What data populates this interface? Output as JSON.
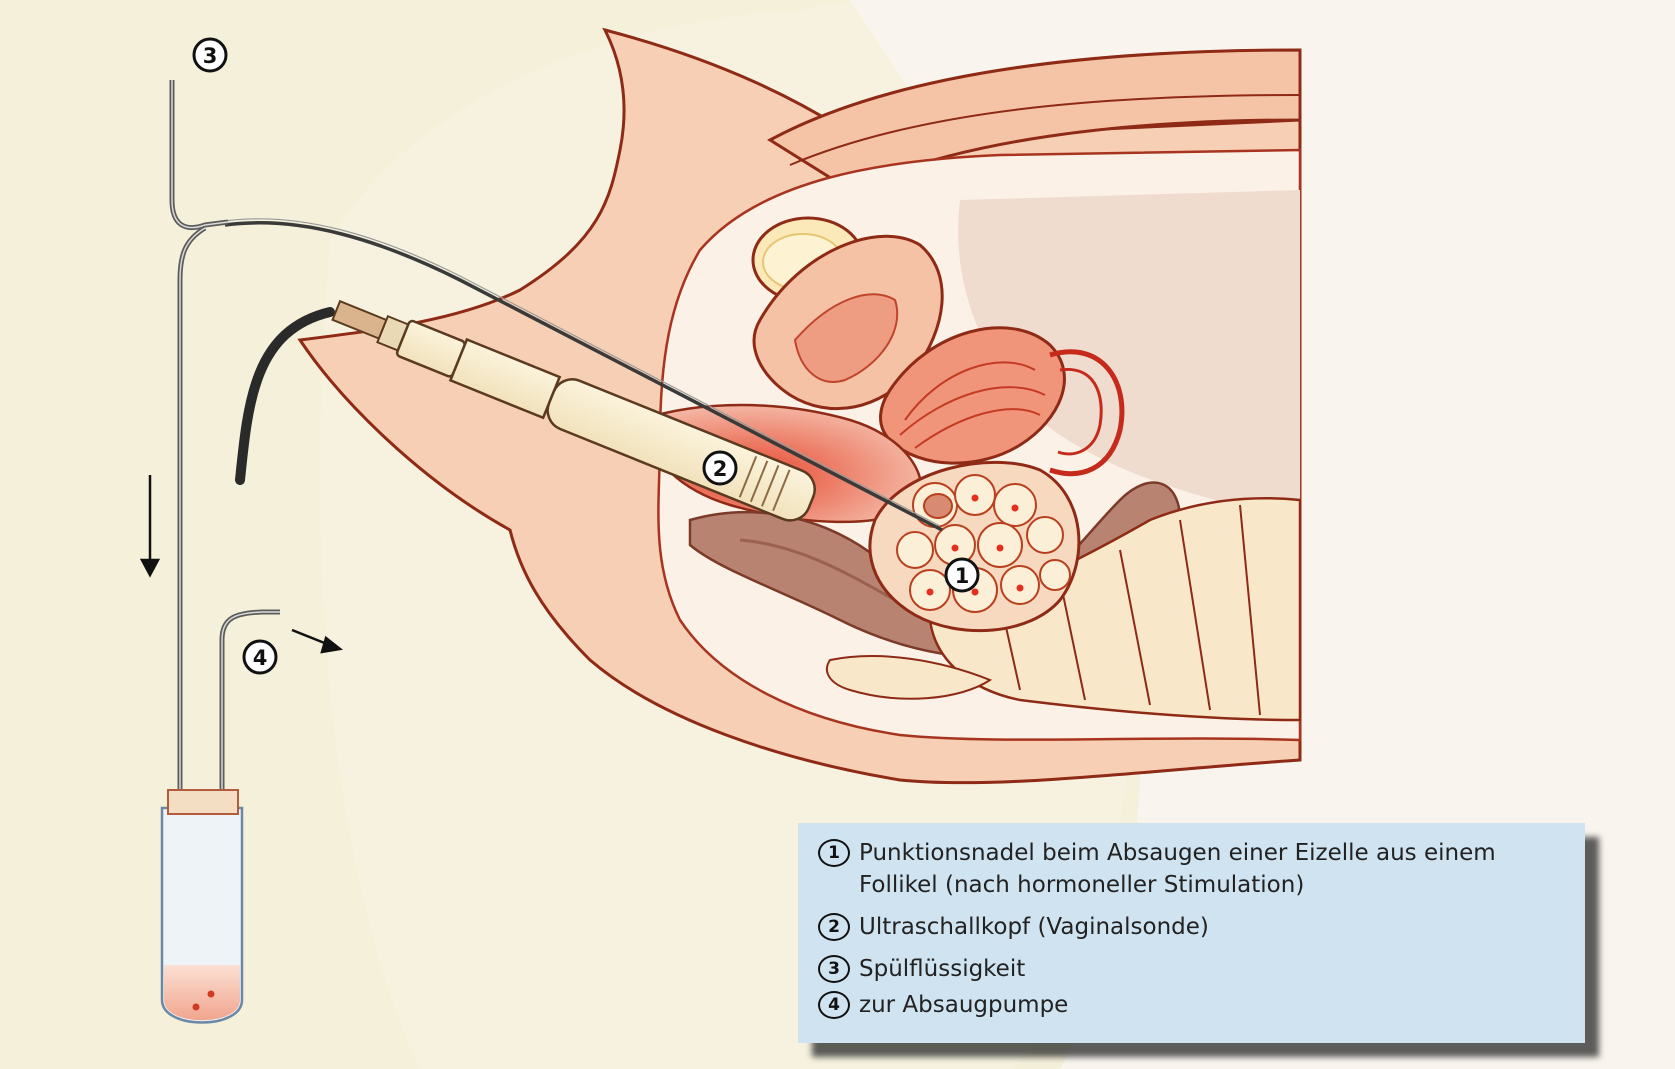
{
  "markers": {
    "m1": "1",
    "m2": "2",
    "m3": "3",
    "m4": "4"
  },
  "legend": {
    "items": [
      {
        "num": "1",
        "text": "Punktionsnadel beim Absaugen einer Eizelle aus einem Follikel (nach hormoneller Stimulation)"
      },
      {
        "num": "2",
        "text": "Ultraschallkopf (Vaginalsonde)"
      },
      {
        "num": "3",
        "text": "Spülflüssigkeit"
      },
      {
        "num": "4",
        "text": "zur Absaugpumpe"
      }
    ]
  },
  "colors": {
    "background_cream": "#f5f0da",
    "tissue_outline": "#8e2a16",
    "organ_red": "#e0503a",
    "legend_bg": "#cfe3f0"
  }
}
